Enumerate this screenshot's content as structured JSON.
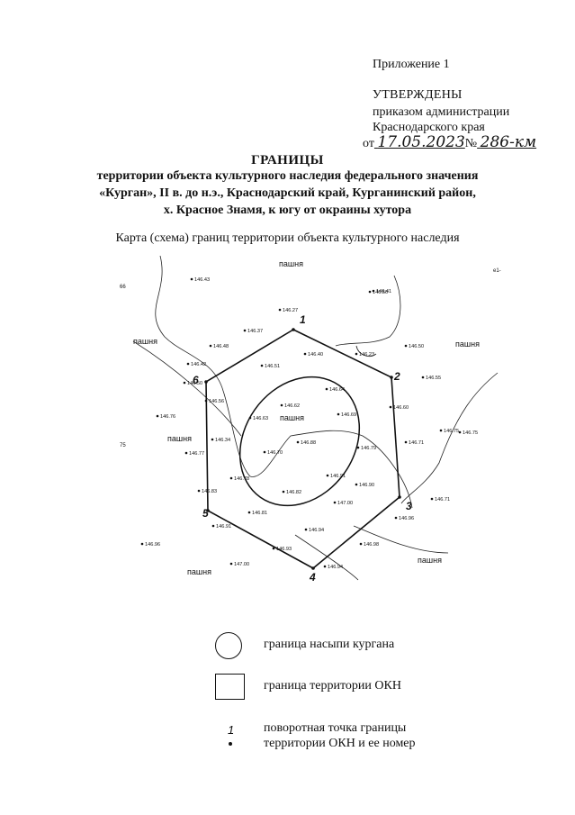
{
  "header": {
    "annex": "Приложение 1",
    "approved": "УТВЕРЖДЕНЫ",
    "line2": "приказом администрации",
    "line3": "Краснодарского края",
    "date_prefix": "от",
    "date_value": "17.05.2023",
    "number_prefix": "№",
    "number_value": "286-км"
  },
  "title": {
    "heading": "ГРАНИЦЫ",
    "line1": "территории объекта культурного наследия федерального значения",
    "line2": "«Курган», II в. до н.э., Краснодарский край, Курганинский район,",
    "line3": "х. Красное Знамя, к югу от окраины хутора"
  },
  "map": {
    "caption": "Карта (схема) границ территории объекта культурного наследия",
    "field_label": "пашня",
    "turning_points": [
      "1",
      "2",
      "3",
      "4",
      "5",
      "6"
    ],
    "elevations": [
      "146.43",
      "146.27",
      "146.41",
      "146.37",
      "146.48",
      "146.42",
      "146.40",
      "146.23",
      "146.50",
      "146.51",
      "146.50",
      "146.64",
      "146.60",
      "146.55",
      "146.56",
      "146.62",
      "146.63",
      "146.69",
      "146.76",
      "146.34",
      "146.88",
      "146.79",
      "146.71",
      "146.75",
      "146.77",
      "146.70",
      "146.78",
      "146.91",
      "146.90",
      "146.83",
      "146.82",
      "147.00",
      "146.71",
      "146.81",
      "146.96",
      "146.91",
      "146.94",
      "146.93",
      "146.98",
      "146.96",
      "147.00",
      "146.94",
      "146.50",
      "146.75"
    ],
    "edge_labels": [
      "66",
      "75",
      "e1-"
    ]
  },
  "legend": {
    "mound": "граница насыпи кургана",
    "territory": "граница территории ОКН",
    "point_symbol": "1",
    "point_line1": "поворотная точка границы",
    "point_line2": "территории ОКН и ее номер"
  }
}
